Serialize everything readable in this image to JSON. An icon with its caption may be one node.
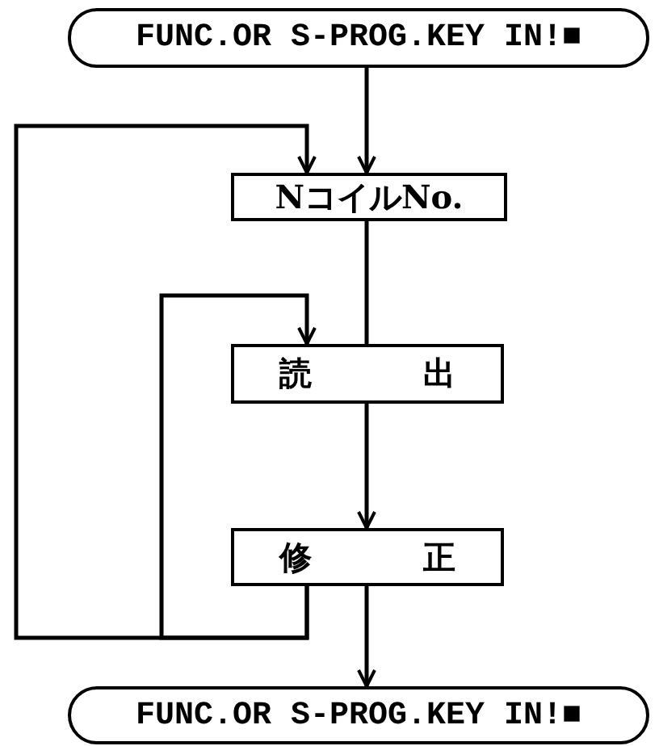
{
  "diagram": {
    "nodes": [
      {
        "text": [
          "FUNC.OR S-PROG.KEY IN!■"
        ]
      },
      {
        "text": [
          "NコイルNo."
        ]
      },
      {
        "text": [
          "読 出"
        ]
      },
      {
        "text": [
          "修 正"
        ]
      },
      {
        "text": [
          "FUNC.OR S-PROG.KEY IN!■"
        ]
      }
    ],
    "edges": [
      {
        "from": 0,
        "to": 1,
        "arrow": "to"
      },
      {
        "from": 1,
        "to": 2,
        "arrow": "none"
      },
      {
        "from": 2,
        "to": 3,
        "arrow": "to"
      },
      {
        "from": 3,
        "to": 1,
        "arrow": "to"
      },
      {
        "from": 3,
        "to": 2,
        "arrow": "to"
      },
      {
        "from": 3,
        "to": 4,
        "arrow": "to"
      }
    ]
  }
}
